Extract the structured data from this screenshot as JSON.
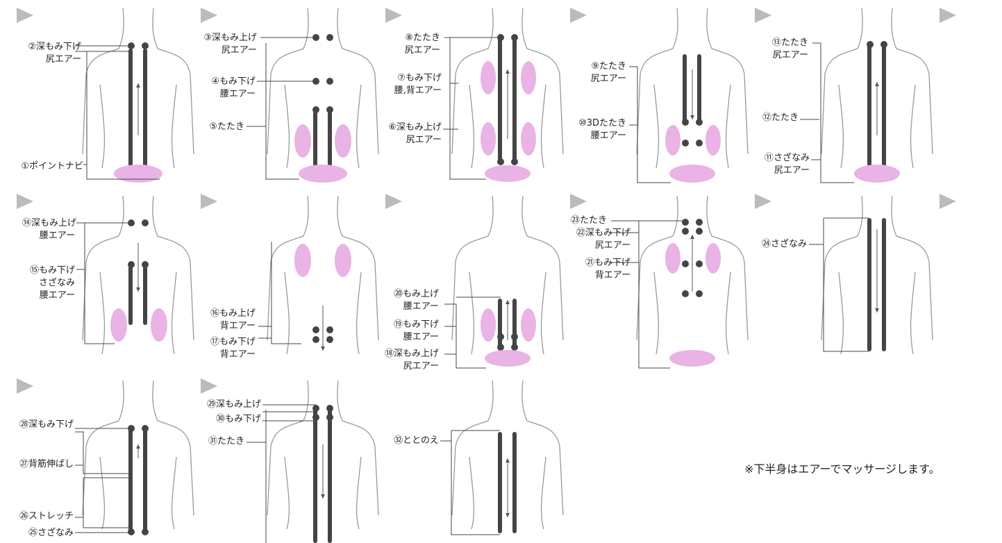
{
  "colors": {
    "body_outline": "#999999",
    "roller": "#444444",
    "air": "#e9b3e6",
    "arrow": "#555555",
    "leader": "#444444",
    "step_arrow": "#bbbbbb"
  },
  "labels": {
    "p1a": "②深もみ下げ",
    "p1b": "尻エアー",
    "p1c": "①ポイントナビ",
    "p2a": "③深もみ上げ",
    "p2b": "尻エアー",
    "p2c": "④もみ下げ",
    "p2d": "腰エアー",
    "p2e": "⑤たたき",
    "p3a": "⑧たたき",
    "p3b": "尻エアー",
    "p3c": "⑦もみ下げ",
    "p3d": "腰,背エアー",
    "p3e": "⑥深もみ上げ",
    "p3f": "尻エアー",
    "p4a": "⑨たたき",
    "p4b": "尻エアー",
    "p4c": "⑩3Dたたき",
    "p4d": "腰エアー",
    "p5a": "⑬たたき",
    "p5b": "尻エアー",
    "p5c": "⑫たたき",
    "p5d": "⑪さざなみ",
    "p5e": "尻エアー",
    "p6a": "⑭深もみ上げ",
    "p6b": "腰エアー",
    "p6c": "⑮もみ下げ",
    "p6d": "さざなみ",
    "p6e": "腰エアー",
    "p7a": "⑯もみ上げ",
    "p7b": "背エアー",
    "p7c": "⑰もみ下げ",
    "p7d": "背エアー",
    "p8a": "⑳もみ上げ",
    "p8b": "腰エアー",
    "p8c": "⑲もみ下げ",
    "p8d": "腰エアー",
    "p8e": "⑱深もみ上げ",
    "p8f": "尻エアー",
    "p9a": "㉓たたき",
    "p9b": "㉒深もみ下げ",
    "p9c": "尻エアー",
    "p9d": "㉑もみ下げ",
    "p9e": "背エアー",
    "p10a": "㉔さざなみ",
    "p11a": "㉘深もみ下げ",
    "p11b": "㉗背筋伸ばし",
    "p11c": "㉖ストレッチ",
    "p11d": "㉕さざなみ",
    "p12a": "㉙深もみ上げ",
    "p12b": "㉚もみ下げ",
    "p12c": "㉛たたき",
    "p13a": "㉜ととのえ"
  },
  "note": "※下半身はエアーでマッサージします。"
}
